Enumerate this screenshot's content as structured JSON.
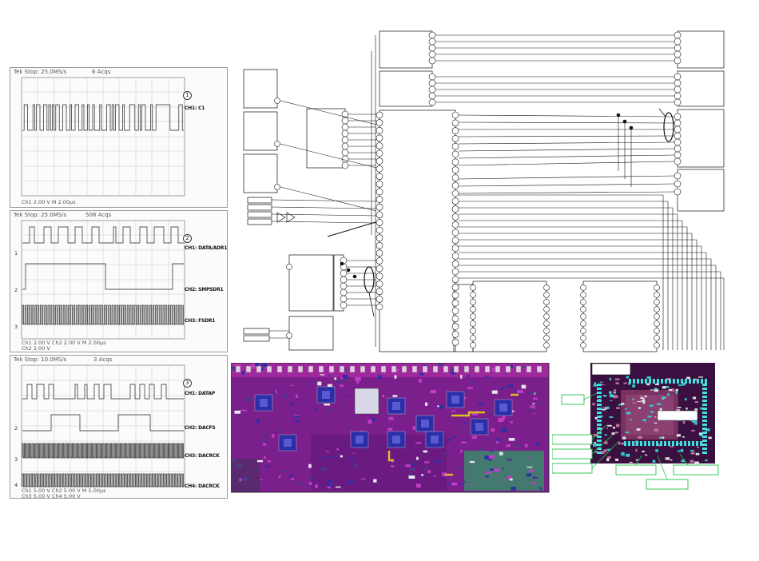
{
  "scopes": [
    {
      "header_left": "Tek Stop: 25.0MS/s",
      "header_right": "6 Acqs",
      "badge": "1",
      "channels": [
        {
          "label": "CH1: C1"
        }
      ],
      "footer": [
        "Ch1    2.00 V              M 2.00µs"
      ],
      "markers": []
    },
    {
      "header_left": "Tek Stop: 25.0MS/s",
      "header_right": "508 Acqs",
      "badge": "2",
      "channels": [
        {
          "label": "CH1: DATA/ADR1"
        },
        {
          "label": "CH2: SMPSDR1"
        },
        {
          "label": "CH3: FSDR1"
        }
      ],
      "footer": [
        "Ch1    2.00 V    Ch2    2.00 V    M 2.00µs",
        "Ch2    2.00 V"
      ],
      "markers": [
        "1",
        "2",
        "3"
      ]
    },
    {
      "header_left": "Tek Stop: 10.0MS/s",
      "header_right": "3 Acqs",
      "badge": "3",
      "channels": [
        {
          "label": "CH1: DATAP"
        },
        {
          "label": "CH2: DACFS"
        },
        {
          "label": "CH3: DACRCK"
        },
        {
          "label": "CH4: DACRCK"
        }
      ],
      "footer": [
        "Ch1    5.00 V    Ch2    5.00 V    M 5.00µs",
        "Ch3    5.00 V    Ch4    5.00 V"
      ],
      "markers": [
        "2",
        "3",
        "4"
      ]
    }
  ],
  "colors": {
    "pcb_base": "#7a1f8c",
    "pcb_trace": "#c23cc6",
    "pcb_blue": "#2c2ea8",
    "board_bg": "#3a1040",
    "callout": "#22c54a",
    "wire": "#111111"
  }
}
